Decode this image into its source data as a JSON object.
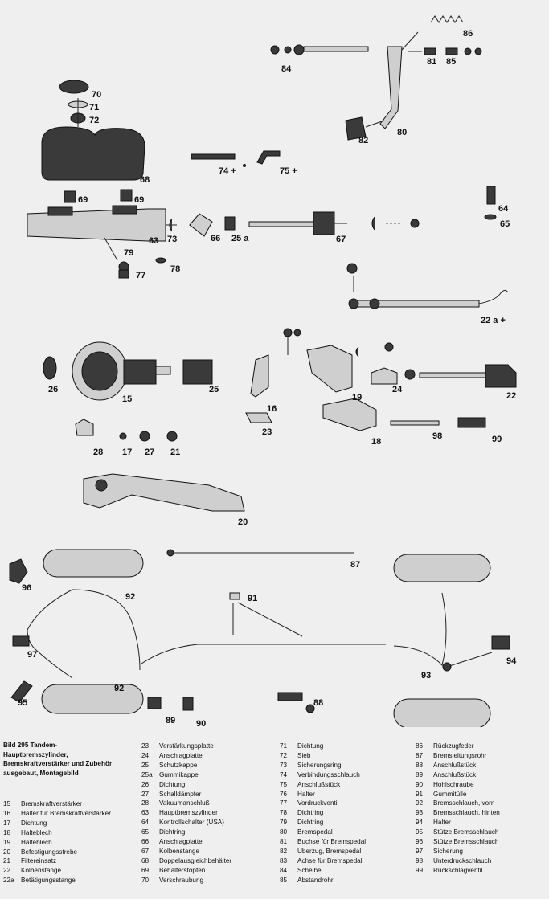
{
  "caption": {
    "bold": "Bild 295 Tandem-Hauptbremszylinder, Bremskraftverstärker und Zubehör ausgebaut, Montagebild"
  },
  "callouts": [
    "86",
    "84",
    "81",
    "85",
    "70",
    "71",
    "72",
    "82",
    "80",
    "74 +",
    "75 +",
    "68",
    "69",
    "69",
    "64",
    "65",
    "73",
    "66",
    "25 a",
    "63",
    "67",
    "79",
    "78",
    "77",
    "22 a +",
    "26",
    "15",
    "25",
    "24",
    "19",
    "22",
    "16",
    "23",
    "18",
    "98",
    "99",
    "28",
    "17",
    "27",
    "21",
    "20",
    "87",
    "96",
    "92",
    "91",
    "97",
    "93",
    "94",
    "92",
    "95",
    "89",
    "90",
    "88"
  ],
  "legend": {
    "col1": [
      {
        "n": "15",
        "t": "Bremskraftverstärker"
      },
      {
        "n": "16",
        "t": "Halter für Bremskraftverstärker"
      },
      {
        "n": "17",
        "t": "Dichtung"
      },
      {
        "n": "18",
        "t": "Halteblech"
      },
      {
        "n": "19",
        "t": "Halteblech"
      },
      {
        "n": "20",
        "t": "Befestigungsstrebe"
      },
      {
        "n": "21",
        "t": "Filtereinsatz"
      },
      {
        "n": "22",
        "t": "Kolbenstange"
      },
      {
        "n": "22a",
        "t": "Betätigungsstange"
      }
    ],
    "col2": [
      {
        "n": "23",
        "t": "Verstärkungsplatte"
      },
      {
        "n": "24",
        "t": "Anschlagplatte"
      },
      {
        "n": "25",
        "t": "Schutzkappe"
      },
      {
        "n": "25a",
        "t": "Gummikappe"
      },
      {
        "n": "26",
        "t": "Dichtung"
      },
      {
        "n": "27",
        "t": "Schalldämpfer"
      },
      {
        "n": "28",
        "t": "Vakuumanschluß"
      },
      {
        "n": "63",
        "t": "Hauptbremszylinder"
      },
      {
        "n": "64",
        "t": "Kontrollschalter (USA)"
      },
      {
        "n": "65",
        "t": "Dichtring"
      },
      {
        "n": "66",
        "t": "Anschlagplatte"
      },
      {
        "n": "67",
        "t": "Kolbenstange"
      },
      {
        "n": "68",
        "t": "Doppelausgleichbehälter"
      },
      {
        "n": "69",
        "t": "Behälterstopfen"
      },
      {
        "n": "70",
        "t": "Verschraubung"
      }
    ],
    "col3": [
      {
        "n": "71",
        "t": "Dichtung"
      },
      {
        "n": "72",
        "t": "Sieb"
      },
      {
        "n": "73",
        "t": "Sicherungsring"
      },
      {
        "n": "74",
        "t": "Verbindungsschlauch"
      },
      {
        "n": "75",
        "t": "Anschlußstück"
      },
      {
        "n": "76",
        "t": "Halter"
      },
      {
        "n": "77",
        "t": "Vordruckventil"
      },
      {
        "n": "78",
        "t": "Dichtring"
      },
      {
        "n": "79",
        "t": "Dichtring"
      },
      {
        "n": "80",
        "t": "Bremspedal"
      },
      {
        "n": "81",
        "t": "Buchse für Bremspedal"
      },
      {
        "n": "82",
        "t": "Überzug, Bremspedal"
      },
      {
        "n": "83",
        "t": "Achse für Bremspedal"
      },
      {
        "n": "84",
        "t": "Scheibe"
      },
      {
        "n": "85",
        "t": "Abstandrohr"
      }
    ],
    "col4": [
      {
        "n": "86",
        "t": "Rückzugfeder"
      },
      {
        "n": "87",
        "t": "Bremsleitungsrohr"
      },
      {
        "n": "88",
        "t": "Anschlußstück"
      },
      {
        "n": "89",
        "t": "Anschlußstück"
      },
      {
        "n": "90",
        "t": "Hohlschraube"
      },
      {
        "n": "91",
        "t": "Gummitülle"
      },
      {
        "n": "92",
        "t": "Bremsschlauch, vorn"
      },
      {
        "n": "93",
        "t": "Bremsschlauch, hinten"
      },
      {
        "n": "94",
        "t": "Halter"
      },
      {
        "n": "95",
        "t": "Stütze Bremsschlauch"
      },
      {
        "n": "96",
        "t": "Stütze Bremsschlauch"
      },
      {
        "n": "97",
        "t": "Sicherung"
      },
      {
        "n": "98",
        "t": "Unterdruckschlauch"
      },
      {
        "n": "99",
        "t": "Rückschlagventil"
      }
    ]
  }
}
